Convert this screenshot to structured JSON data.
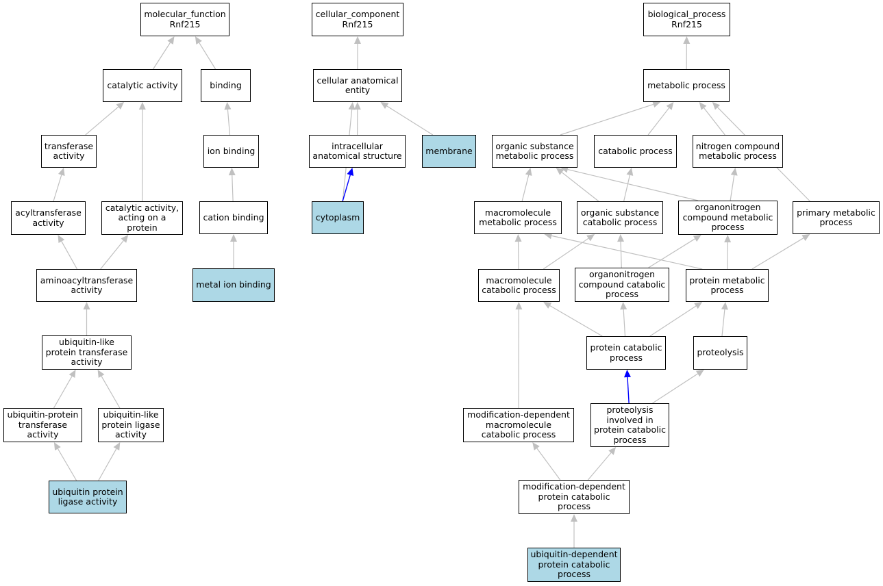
{
  "colors": {
    "highlight": "#add8e6",
    "edge_default": "#c0c0c0",
    "edge_direct": "#0000ff",
    "node_border": "#000000"
  },
  "nodes": {
    "mf_root": {
      "label": "molecular_function\nRnf215",
      "highlight": false
    },
    "catalytic": {
      "label": "catalytic activity",
      "highlight": false
    },
    "binding": {
      "label": "binding",
      "highlight": false
    },
    "transferase": {
      "label": "transferase\nactivity",
      "highlight": false
    },
    "ion_binding": {
      "label": "ion binding",
      "highlight": false
    },
    "acyltransferase": {
      "label": "acyltransferase\nactivity",
      "highlight": false
    },
    "cat_protein": {
      "label": "catalytic activity,\nacting on a\nprotein",
      "highlight": false
    },
    "cation_binding": {
      "label": "cation binding",
      "highlight": false
    },
    "aminoacyl": {
      "label": "aminoacyltransferase\nactivity",
      "highlight": false
    },
    "metal_ion": {
      "label": "metal ion binding",
      "highlight": true
    },
    "ubl_transferase": {
      "label": "ubiquitin-like\nprotein transferase\nactivity",
      "highlight": false
    },
    "ub_protein_transferase": {
      "label": "ubiquitin-protein\ntransferase\nactivity",
      "highlight": false
    },
    "ubl_ligase": {
      "label": "ubiquitin-like\nprotein ligase\nactivity",
      "highlight": false
    },
    "ub_ligase": {
      "label": "ubiquitin protein\nligase activity",
      "highlight": true
    },
    "cc_root": {
      "label": "cellular_component\nRnf215",
      "highlight": false
    },
    "cae": {
      "label": "cellular anatomical\nentity",
      "highlight": false
    },
    "ias": {
      "label": "intracellular\nanatomical structure",
      "highlight": false
    },
    "membrane": {
      "label": "membrane",
      "highlight": true
    },
    "cytoplasm": {
      "label": "cytoplasm",
      "highlight": true
    },
    "bp_root": {
      "label": "biological_process\nRnf215",
      "highlight": false
    },
    "metabolic": {
      "label": "metabolic process",
      "highlight": false
    },
    "osmp": {
      "label": "organic substance\nmetabolic process",
      "highlight": false
    },
    "catabolic": {
      "label": "catabolic process",
      "highlight": false
    },
    "ncmp": {
      "label": "nitrogen compound\nmetabolic process",
      "highlight": false
    },
    "mmp": {
      "label": "macromolecule\nmetabolic process",
      "highlight": false
    },
    "oscp": {
      "label": "organic substance\ncatabolic process",
      "highlight": false
    },
    "ocmp": {
      "label": "organonitrogen\ncompound metabolic\nprocess",
      "highlight": false
    },
    "pmp": {
      "label": "primary metabolic\nprocess",
      "highlight": false
    },
    "mcp": {
      "label": "macromolecule\ncatabolic process",
      "highlight": false
    },
    "occp": {
      "label": "organonitrogen\ncompound catabolic\nprocess",
      "highlight": false
    },
    "protein_mp": {
      "label": "protein metabolic\nprocess",
      "highlight": false
    },
    "pcp": {
      "label": "protein catabolic\nprocess",
      "highlight": false
    },
    "proteolysis": {
      "label": "proteolysis",
      "highlight": false
    },
    "md_mcp": {
      "label": "modification-dependent\nmacromolecule\ncatabolic process",
      "highlight": false
    },
    "pipcp": {
      "label": "proteolysis\ninvolved in\nprotein catabolic\nprocess",
      "highlight": false
    },
    "md_pcp": {
      "label": "modification-dependent\nprotein catabolic\nprocess",
      "highlight": false
    },
    "ud_pcp": {
      "label": "ubiquitin-dependent\nprotein catabolic\nprocess",
      "highlight": true
    }
  },
  "edges": [
    {
      "from": "catalytic",
      "to": "mf_root",
      "direct": false
    },
    {
      "from": "binding",
      "to": "mf_root",
      "direct": false
    },
    {
      "from": "transferase",
      "to": "catalytic",
      "direct": false
    },
    {
      "from": "cat_protein",
      "to": "catalytic",
      "direct": false
    },
    {
      "from": "ion_binding",
      "to": "binding",
      "direct": false
    },
    {
      "from": "acyltransferase",
      "to": "transferase",
      "direct": false
    },
    {
      "from": "cation_binding",
      "to": "ion_binding",
      "direct": false
    },
    {
      "from": "aminoacyl",
      "to": "acyltransferase",
      "direct": false
    },
    {
      "from": "aminoacyl",
      "to": "cat_protein",
      "direct": false
    },
    {
      "from": "metal_ion",
      "to": "cation_binding",
      "direct": false
    },
    {
      "from": "ubl_transferase",
      "to": "aminoacyl",
      "direct": false
    },
    {
      "from": "ub_protein_transferase",
      "to": "ubl_transferase",
      "direct": false
    },
    {
      "from": "ubl_ligase",
      "to": "ubl_transferase",
      "direct": false
    },
    {
      "from": "ub_ligase",
      "to": "ub_protein_transferase",
      "direct": false
    },
    {
      "from": "ub_ligase",
      "to": "ubl_ligase",
      "direct": false
    },
    {
      "from": "cae",
      "to": "cc_root",
      "direct": false
    },
    {
      "from": "ias",
      "to": "cae",
      "direct": false
    },
    {
      "from": "membrane",
      "to": "cae",
      "direct": false
    },
    {
      "from": "cytoplasm",
      "to": "cae",
      "direct": false
    },
    {
      "from": "cytoplasm",
      "to": "ias",
      "direct": true
    },
    {
      "from": "metabolic",
      "to": "bp_root",
      "direct": false
    },
    {
      "from": "osmp",
      "to": "metabolic",
      "direct": false
    },
    {
      "from": "catabolic",
      "to": "metabolic",
      "direct": false
    },
    {
      "from": "ncmp",
      "to": "metabolic",
      "direct": false
    },
    {
      "from": "pmp",
      "to": "metabolic",
      "direct": false
    },
    {
      "from": "mmp",
      "to": "osmp",
      "direct": false
    },
    {
      "from": "oscp",
      "to": "osmp",
      "direct": false
    },
    {
      "from": "oscp",
      "to": "catabolic",
      "direct": false
    },
    {
      "from": "ocmp",
      "to": "osmp",
      "direct": false
    },
    {
      "from": "ocmp",
      "to": "ncmp",
      "direct": false
    },
    {
      "from": "mcp",
      "to": "mmp",
      "direct": false
    },
    {
      "from": "mcp",
      "to": "oscp",
      "direct": false
    },
    {
      "from": "occp",
      "to": "oscp",
      "direct": false
    },
    {
      "from": "occp",
      "to": "ocmp",
      "direct": false
    },
    {
      "from": "protein_mp",
      "to": "mmp",
      "direct": false
    },
    {
      "from": "protein_mp",
      "to": "ocmp",
      "direct": false
    },
    {
      "from": "protein_mp",
      "to": "pmp",
      "direct": false
    },
    {
      "from": "pcp",
      "to": "mcp",
      "direct": false
    },
    {
      "from": "pcp",
      "to": "occp",
      "direct": false
    },
    {
      "from": "pcp",
      "to": "protein_mp",
      "direct": false
    },
    {
      "from": "proteolysis",
      "to": "protein_mp",
      "direct": false
    },
    {
      "from": "md_mcp",
      "to": "mcp",
      "direct": false
    },
    {
      "from": "pipcp",
      "to": "pcp",
      "direct": true
    },
    {
      "from": "pipcp",
      "to": "proteolysis",
      "direct": false
    },
    {
      "from": "md_pcp",
      "to": "md_mcp",
      "direct": false
    },
    {
      "from": "md_pcp",
      "to": "pipcp",
      "direct": false
    },
    {
      "from": "ud_pcp",
      "to": "md_pcp",
      "direct": false
    }
  ]
}
